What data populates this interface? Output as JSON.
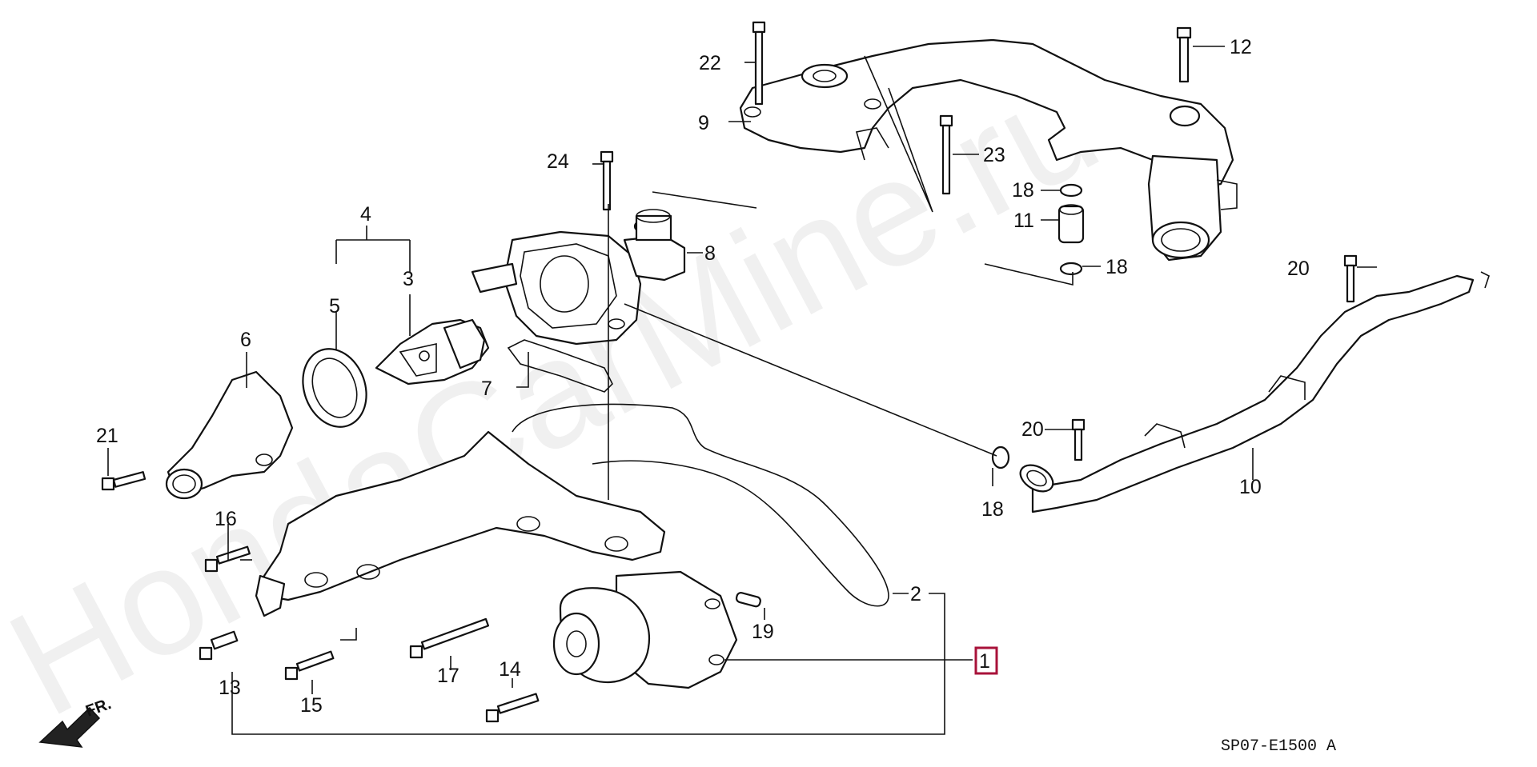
{
  "diagram": {
    "watermark": "HondaCarMine.ru",
    "diagram_code": "SP07-E1500 A",
    "direction_label": "FR.",
    "highlighted_part": "1",
    "callouts": [
      {
        "id": "c1",
        "num": "1"
      },
      {
        "id": "c2",
        "num": "2"
      },
      {
        "id": "c3",
        "num": "3"
      },
      {
        "id": "c4",
        "num": "4"
      },
      {
        "id": "c5",
        "num": "5"
      },
      {
        "id": "c6",
        "num": "6"
      },
      {
        "id": "c7",
        "num": "7"
      },
      {
        "id": "c8",
        "num": "8"
      },
      {
        "id": "c9",
        "num": "9"
      },
      {
        "id": "c10",
        "num": "10"
      },
      {
        "id": "c11",
        "num": "11"
      },
      {
        "id": "c12",
        "num": "12"
      },
      {
        "id": "c13",
        "num": "13"
      },
      {
        "id": "c14",
        "num": "14"
      },
      {
        "id": "c15",
        "num": "15"
      },
      {
        "id": "c16",
        "num": "16"
      },
      {
        "id": "c17",
        "num": "17"
      },
      {
        "id": "c18a",
        "num": "18"
      },
      {
        "id": "c18b",
        "num": "18"
      },
      {
        "id": "c18c",
        "num": "18"
      },
      {
        "id": "c19",
        "num": "19"
      },
      {
        "id": "c20a",
        "num": "20"
      },
      {
        "id": "c20b",
        "num": "20"
      },
      {
        "id": "c21",
        "num": "21"
      },
      {
        "id": "c22",
        "num": "22"
      },
      {
        "id": "c23",
        "num": "23"
      },
      {
        "id": "c24",
        "num": "24"
      }
    ]
  },
  "colors": {
    "line": "#111111",
    "highlight": "#a8123a",
    "watermark": "#000000"
  }
}
